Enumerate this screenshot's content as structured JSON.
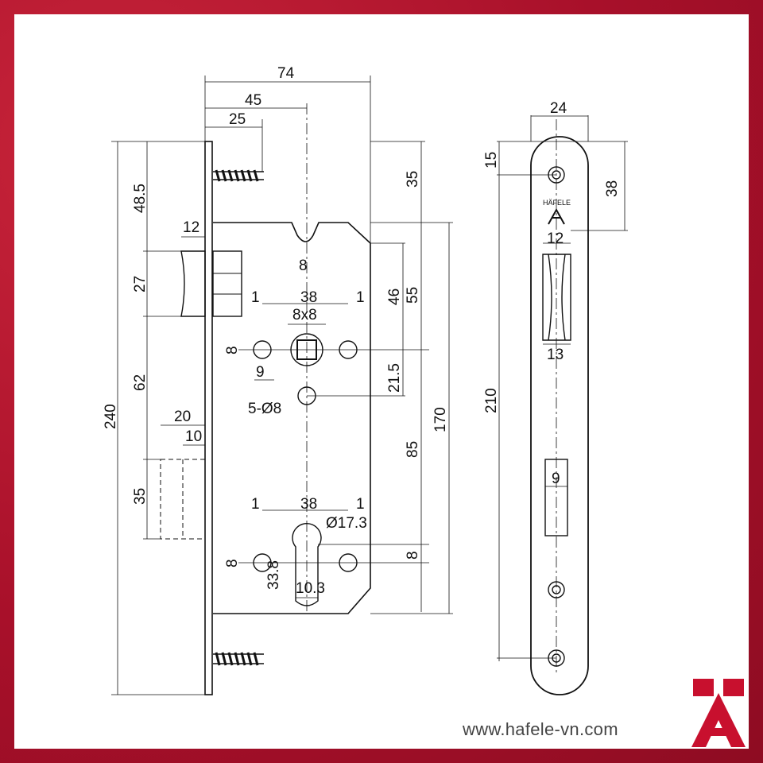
{
  "brand": {
    "name": "HÄFELE",
    "logo": "hafele-a-logo",
    "accent": "#c8102e"
  },
  "website": "www.hafele-vn.com",
  "dimensions": {
    "backset_total": "74",
    "backset": "45",
    "screw_offset": "25",
    "top_to_latch": "48.5",
    "latch_face": "12",
    "latch_height": "27",
    "latch_to_bolt": "62",
    "overall_height": "240",
    "bolt_throw": "20",
    "bolt_width": "10",
    "bolt_height": "35",
    "top_to_case": "35",
    "slot_width": "8",
    "follower_pitch": "38",
    "case_to_follower": "55",
    "follower_offset": "46",
    "wall_left": "1",
    "wall_right": "1",
    "spindle": "8x8",
    "hole_dia_v": "8",
    "hole_offset": "9",
    "follower_to_hole": "21.5",
    "mount_holes": "5-Ø8",
    "case_height": "170",
    "follower_to_cylinder": "85",
    "cyl_pitch": "38",
    "cyl_wall_left": "1",
    "cyl_wall_right": "1",
    "cylinder_dia": "Ø17.3",
    "cyl_hole_v": "8",
    "cyl_hole_right": "8",
    "cylinder_height": "33.8",
    "cylinder_width": "10.3",
    "plate_width": "24",
    "plate_top_hole": "15",
    "plate_logo_offset": "38",
    "plate_latch_width": "12",
    "plate_height": "210",
    "plate_latch_opening": "13",
    "plate_bolt_width": "9"
  }
}
